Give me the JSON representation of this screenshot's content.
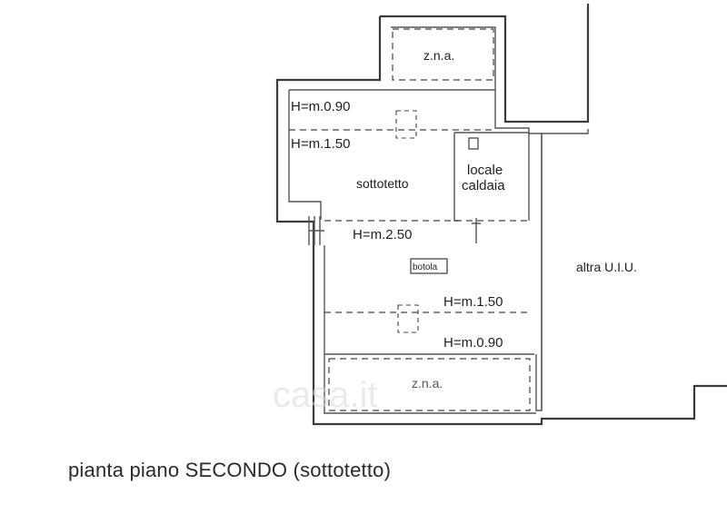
{
  "plan": {
    "rooms": {
      "zna_top": "z.n.a.",
      "sottotetto": "sottotetto",
      "locale_line1": "locale",
      "locale_line2": "caldaia",
      "botola": "botola",
      "altra_uiu": "altra U.I.U.",
      "zna_bottom": "z.n.a."
    },
    "heights": {
      "h090_top": "H=m.0.90",
      "h150_top": "H=m.1.50",
      "h250": "H=m.2.50",
      "h150_bottom": "H=m.1.50",
      "h090_bottom": "H=m.0.90"
    },
    "watermark": "casa.it",
    "caption": "pianta piano SECONDO (sottotetto)"
  }
}
